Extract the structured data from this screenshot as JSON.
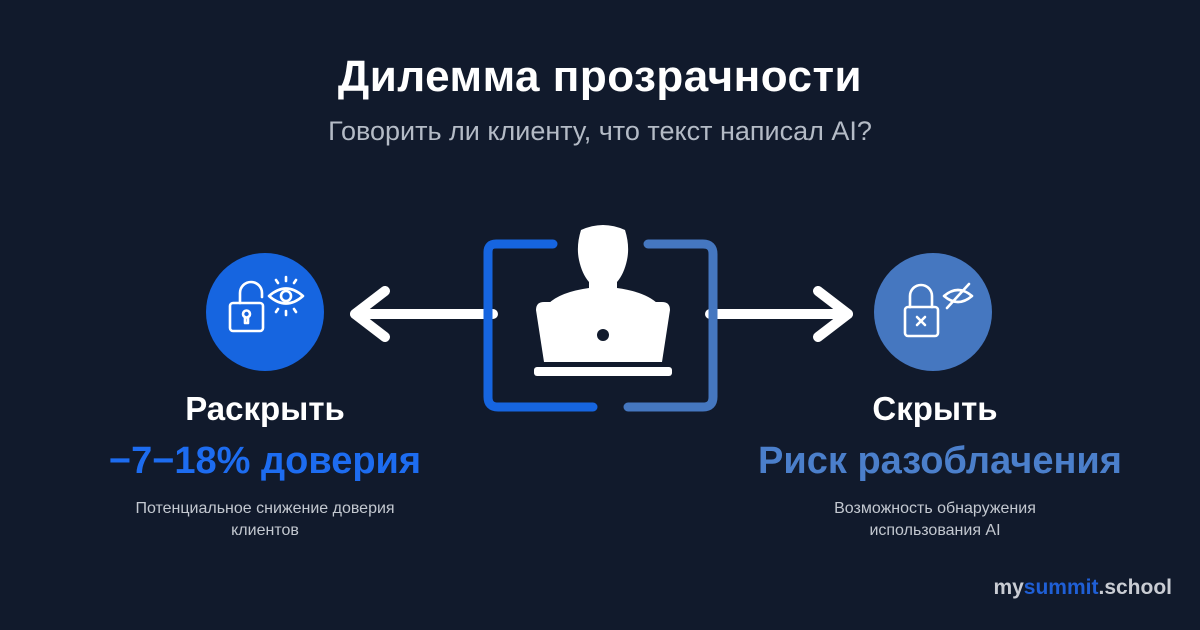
{
  "header": {
    "title": "Дилемма прозрачности",
    "subtitle": "Говорить ли клиенту, что текст написал AI?"
  },
  "center": {
    "icon": "person-at-laptop-icon",
    "left_bracket_color": "#1665e0",
    "right_bracket_color": "#4577c0"
  },
  "options": [
    {
      "icon": "unlocked-padlock-eye-icon",
      "title": "Раскрыть",
      "metric": "−7−18% доверия",
      "description_line1": "Потенциальное снижение доверия",
      "description_line2": "клиентов",
      "color": "#1d6cf0"
    },
    {
      "icon": "locked-padlock-eye-slash-icon",
      "title": "Скрыть",
      "metric": "Риск разоблачения",
      "description_line1": "Возможность обнаружения",
      "description_line2": "использования AI",
      "color": "#4b7fcb"
    }
  ],
  "brand": {
    "prefix": "my",
    "accent": "summit",
    "suffix": ".school"
  },
  "colors": {
    "background": "#111a2c",
    "primary_blue": "#1665e0",
    "muted_blue": "#4577c0"
  }
}
